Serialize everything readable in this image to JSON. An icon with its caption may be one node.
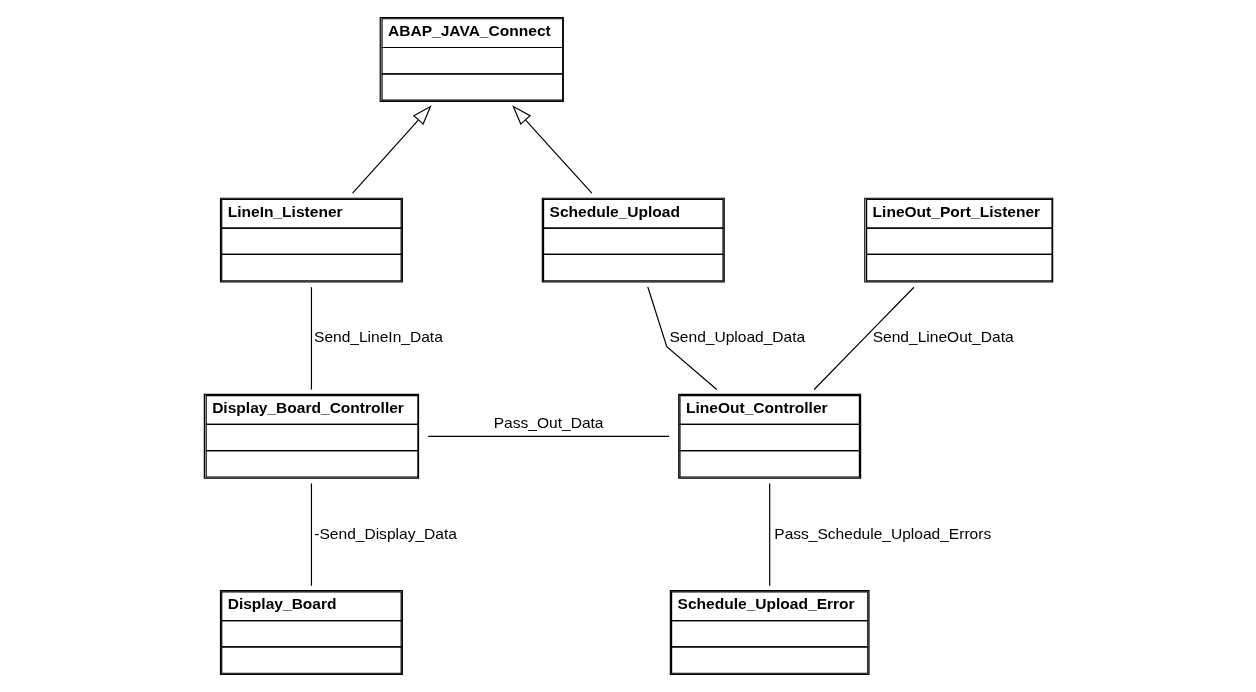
{
  "diagram": {
    "nodes": [
      {
        "text": [
          "ABAP_JAVA_Connect"
        ]
      },
      {
        "text": [
          "LineIn_Listener"
        ]
      },
      {
        "text": [
          "Schedule_Upload"
        ]
      },
      {
        "text": [
          "LineOut_Port_Listener"
        ]
      },
      {
        "text": [
          "Display_Board_Controller"
        ]
      },
      {
        "text": [
          "LineOut_Controller"
        ]
      },
      {
        "text": [
          "Display_Board"
        ]
      },
      {
        "text": [
          "Schedule_Upload_Error"
        ]
      }
    ],
    "edges": [
      {
        "from": 1,
        "to": 0,
        "arrow": "to"
      },
      {
        "from": 2,
        "to": 0,
        "arrow": "to"
      },
      {
        "from": 1,
        "to": 4,
        "arrow": "none",
        "label": "Send_LineIn_Data"
      },
      {
        "from": 2,
        "to": 5,
        "arrow": "none",
        "label": "Send_Upload_Data"
      },
      {
        "from": 3,
        "to": 5,
        "arrow": "none",
        "label": "Send_LineOut_Data"
      },
      {
        "from": 4,
        "to": 5,
        "arrow": "none",
        "label": "Pass_Out_Data"
      },
      {
        "from": 4,
        "to": 6,
        "arrow": "none",
        "label": "-Send_Display_Data"
      },
      {
        "from": 5,
        "to": 7,
        "arrow": "none",
        "label": "Pass_Schedule_Upload_Errors"
      }
    ]
  }
}
